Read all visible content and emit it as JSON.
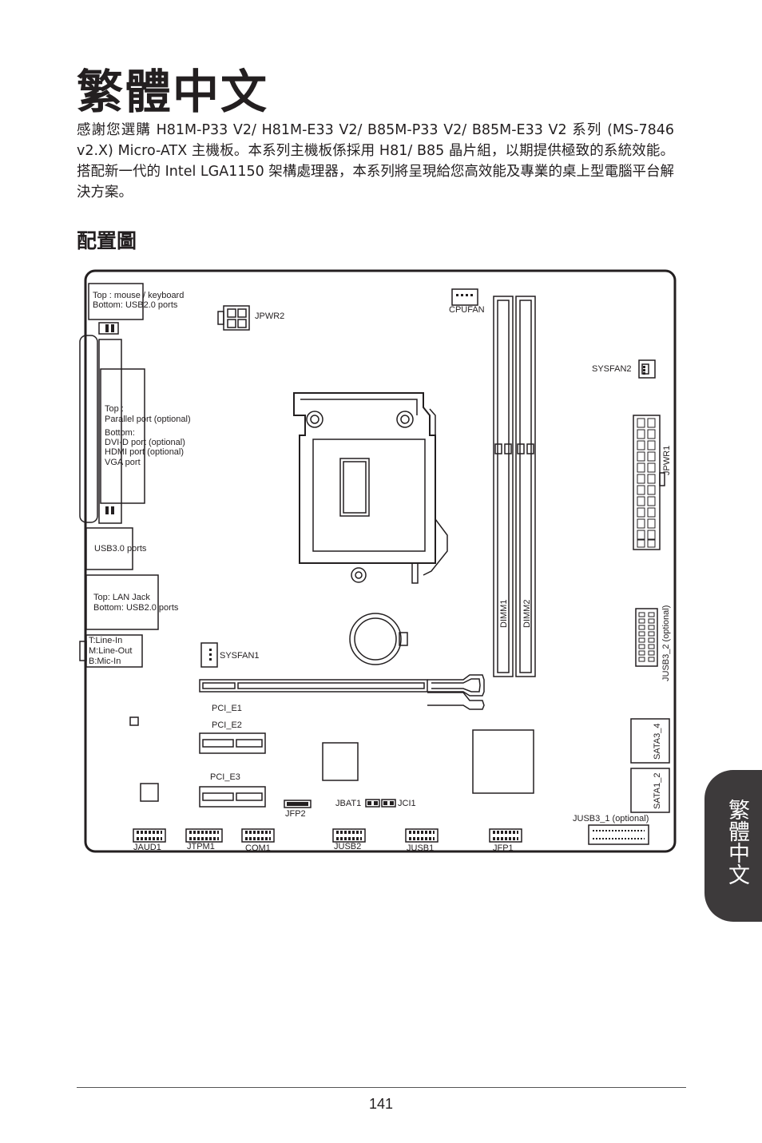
{
  "page": {
    "title": "繁體中文",
    "intro": "感謝您選購 H81M-P33 V2/ H81M-E33 V2/ B85M-P33 V2/ B85M-E33 V2 系列 (MS-7846 v2.X) Micro-ATX 主機板。本系列主機板係採用 H81/ B85 晶片組，以期提供極致的系統效能。搭配新一代的 Intel LGA1150 架構處理器，本系列將呈現給您高效能及專業的桌上型電腦平台解決方案。",
    "section_title": "配置圖",
    "side_tab": "繁體中文",
    "page_number": "141"
  },
  "diagram": {
    "io_ps2_top": "Top : mouse / keyboard",
    "io_ps2_bottom": "Bottom: USB2.0 ports",
    "jpwr2": "JPWR2",
    "cpufan": "CPUFAN",
    "sysfan2": "SYSFAN2",
    "io_mid_top": "Top :",
    "io_mid_parallel": "Parallel port (optional)",
    "io_mid_bottom": "Bottom:",
    "io_mid_dvi": "DVI-D port (optional)",
    "io_mid_hdmi": "HDMI port (optional)",
    "io_mid_vga": "VGA port",
    "jpwr1": "JPWR1",
    "usb3": "USB3.0 ports",
    "lan_top": "Top: LAN Jack",
    "lan_bottom": "Bottom: USB2.0 ports",
    "audio_in": "T:Line-In",
    "audio_out": "M:Line-Out",
    "audio_mic": "B:Mic-In",
    "sysfan1": "SYSFAN1",
    "dimm1": "DIMM1",
    "dimm2": "DIMM2",
    "jusb3_2": "JUSB3_2 (optional)",
    "pci_e1": "PCI_E1",
    "pci_e2": "PCI_E2",
    "pci_e3": "PCI_E3",
    "sata3_4": "SATA3_4",
    "sata1_2": "SATA1_2",
    "jbat1": "JBAT1",
    "jci1": "JCI1",
    "jfp2": "JFP2",
    "jusb3_1": "JUSB3_1 (optional)",
    "jaud1": "JAUD1",
    "jtpm1": "JTPM1",
    "com1": "COM1",
    "jusb2": "JUSB2",
    "jusb1": "JUSB1",
    "jfp1": "JFP1"
  }
}
